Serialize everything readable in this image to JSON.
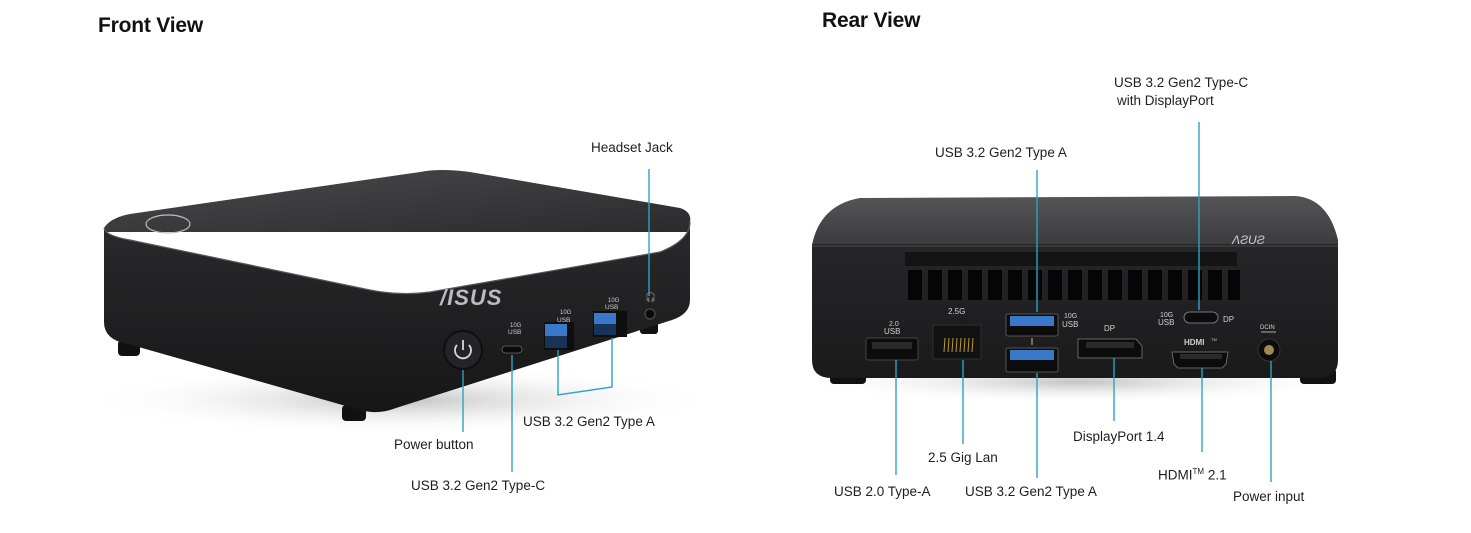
{
  "front_view": {
    "title": "Front View",
    "brand_logo": "/ISUS",
    "port_markings": {
      "usb_c": [
        "10G",
        "USB"
      ],
      "usb_a_1": [
        "10G",
        "USB"
      ],
      "usb_a_2": [
        "10G",
        "USB"
      ]
    },
    "callouts": {
      "headset_jack": "Headset Jack",
      "usb_type_a": "USB 3.2 Gen2 Type A",
      "power_button": "Power button",
      "usb_type_c": "USB 3.2 Gen2 Type-C"
    }
  },
  "rear_view": {
    "title": "Rear View",
    "port_markings": {
      "usb2": [
        "2.0",
        "USB"
      ],
      "lan": "2.5G",
      "usb3": [
        "10G",
        "USB"
      ],
      "dp": "DP",
      "usbc": [
        "10G",
        "USB"
      ],
      "usbc_dp": "DP",
      "hdmi": "HDMI™",
      "dcin": "DCIN"
    },
    "callouts": {
      "usbc_dp_line1": "USB 3.2 Gen2 Type-C",
      "usbc_dp_line2": "with DisplayPort",
      "usb_type_a_top": "USB 3.2 Gen2 Type A",
      "displayport": "DisplayPort 1.4",
      "lan": "2.5 Gig Lan",
      "hdmi": "HDMI",
      "hdmi_tm": "TM",
      "hdmi_ver": " 2.1",
      "usb2": "USB 2.0 Type-A",
      "usb_type_a_bottom": "USB 3.2 Gen2 Type A",
      "power_input": "Power input"
    }
  },
  "colors": {
    "leader_line": "#2aa3c7",
    "chassis": "#1f1f21",
    "usb3_blue": "#3a78c9"
  }
}
